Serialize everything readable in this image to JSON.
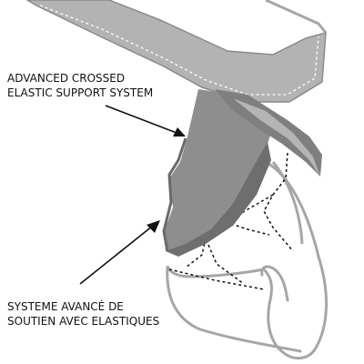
{
  "labels": {
    "english": {
      "line1": "ADVANCED CROSSED",
      "line2": "ELASTIC SUPPORT SYSTEM"
    },
    "french": {
      "line1": "SYSTEME AVANCÉ DE",
      "line2": "SOUTIEN AVEC ELASTIQUES"
    }
  },
  "colors": {
    "fabric_light": "#b3b3b3",
    "fabric_mid": "#8e8e8e",
    "fabric_dark": "#6e6e6e",
    "outline": "#a6a6a6",
    "stitch": "#ffffff",
    "pointer": "#111111"
  }
}
